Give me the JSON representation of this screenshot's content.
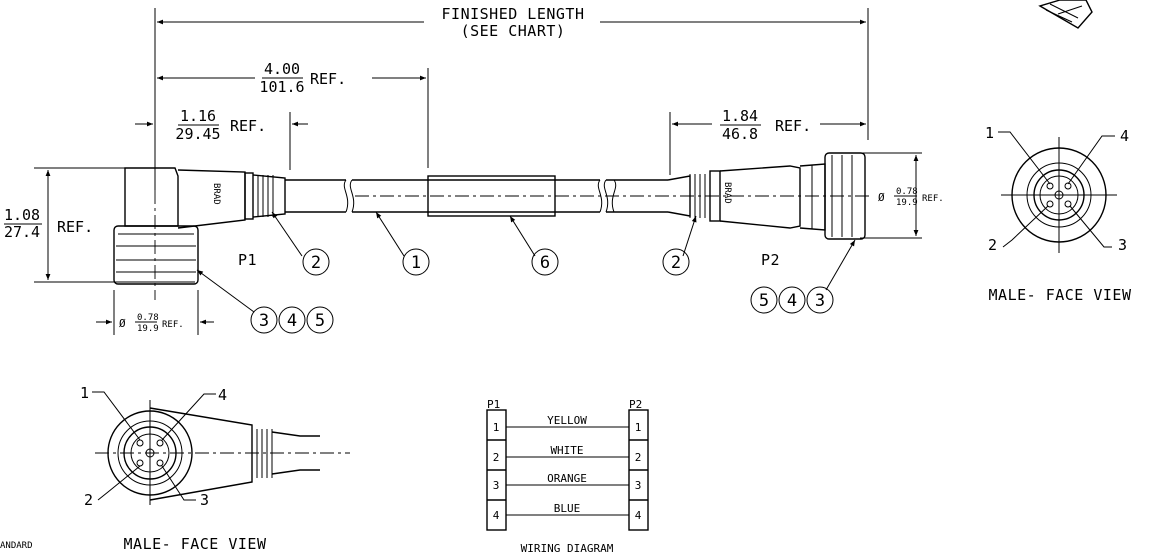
{
  "finished_length": {
    "line1": "FINISHED LENGTH",
    "line2": "(SEE CHART)"
  },
  "dim_4": {
    "top": "4.00",
    "bottom": "101.6",
    "suffix": "REF."
  },
  "dim_116": {
    "top": "1.16",
    "bottom": "29.45",
    "suffix": "REF."
  },
  "dim_184": {
    "top": "1.84",
    "bottom": "46.8",
    "suffix": "REF."
  },
  "dim_108": {
    "top": "1.08",
    "bottom": "27.4",
    "suffix": "REF."
  },
  "dia_left": {
    "symbol": "Ø",
    "top": "0.78",
    "bottom": "19.9",
    "suffix": "REF."
  },
  "dia_right": {
    "symbol": "Ø",
    "top": "0.78",
    "bottom": "19.9",
    "suffix": "REF."
  },
  "connector_labels": {
    "p1": "P1",
    "p2": "P2"
  },
  "brand_mark": "BRAD",
  "callouts": {
    "c1": "1",
    "c2a": "2",
    "c2b": "2",
    "c6": "6",
    "left_group": [
      "3",
      "4",
      "5"
    ],
    "right_group": [
      "5",
      "4",
      "3"
    ]
  },
  "face_view_right": {
    "title": "MALE- FACE VIEW",
    "pins": [
      "1",
      "2",
      "3",
      "4"
    ]
  },
  "face_view_left": {
    "title": "MALE- FACE VIEW",
    "pins": [
      "1",
      "2",
      "3",
      "4"
    ]
  },
  "wiring": {
    "title": "WIRING DIAGRAM",
    "left_header": "P1",
    "right_header": "P2",
    "rows": [
      {
        "pin_left": "1",
        "color": "YELLOW",
        "pin_right": "1"
      },
      {
        "pin_left": "2",
        "color": "WHITE",
        "pin_right": "2"
      },
      {
        "pin_left": "3",
        "color": "ORANGE",
        "pin_right": "3"
      },
      {
        "pin_left": "4",
        "color": "BLUE",
        "pin_right": "4"
      }
    ]
  },
  "corner_text": "ANDARD"
}
